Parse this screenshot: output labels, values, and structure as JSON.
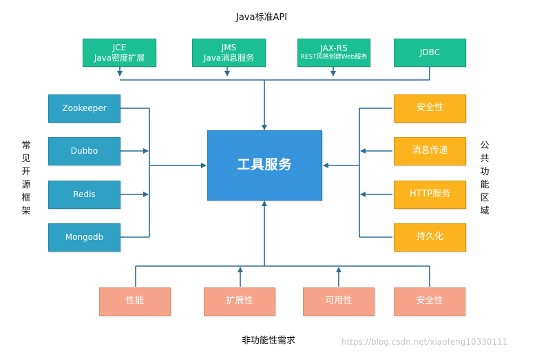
{
  "top_title": "Java标准API",
  "api_boxes": [
    {
      "line1": "JCE",
      "line2": "Java密度扩展"
    },
    {
      "line1": "JMS",
      "line2": "Java消息服务"
    },
    {
      "line1": "JAX-RS",
      "line2": "REST风格创建Web服务"
    },
    {
      "line1": "JDBC",
      "line2": ""
    }
  ],
  "core_label": "工具服务",
  "left_title": "常见开源框架",
  "frameworks": [
    "Zookeeper",
    "Dubbo",
    "Redis",
    "Mongodb"
  ],
  "right_title": "公共功能区域",
  "common_functions": [
    "安全性",
    "消息传递",
    "HTTP服务",
    "持久化"
  ],
  "bottom_title": "非功能性需求",
  "nonfunctional": [
    "性能",
    "扩展性",
    "可用性",
    "安全性"
  ],
  "watermark": "https://blog.csdn.net/xiaofeng10330111",
  "colors": {
    "api": "#1cbf94",
    "framework": "#2ea1c4",
    "common": "#fbb31e",
    "nonfunctional": "#f5a48a",
    "core": "#3594dc",
    "connector": "#2f6b95"
  }
}
